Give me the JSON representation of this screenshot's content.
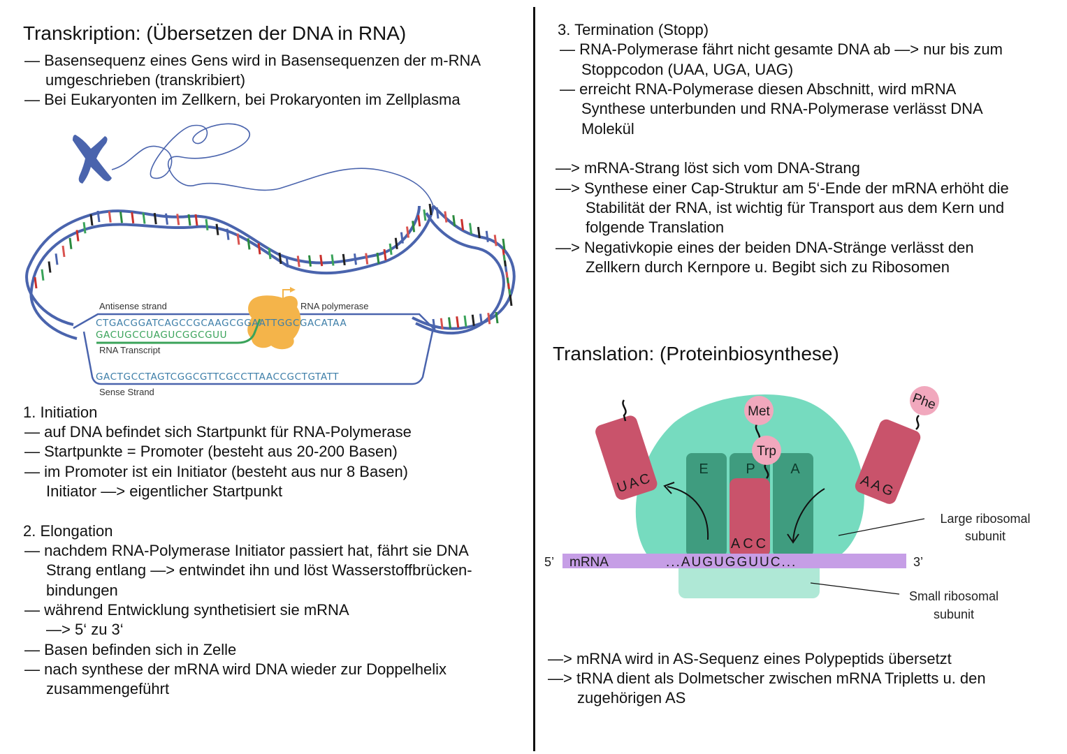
{
  "left": {
    "title": "Transkription: (Übersetzen der DNA in RNA)",
    "intro": [
      "— Basensequenz eines Gens wird in Basensequenzen der m-RNA",
      "umgeschrieben (transkribiert)",
      "— Bei Eukaryonten im Zellkern, bei Prokaryonten im Zellplasma"
    ],
    "diagram": {
      "antisense_label": "Antisense strand",
      "polymerase_label": "RNA polymerase",
      "transcript_label": "RNA Transcript",
      "sense_label": "Sense Strand",
      "antisense_seq": "CTGACGGATCAGCCGCAAGCGGAATTGGCGACATAA",
      "transcript_seq": "GACUGCCUAGUCGGCGUU",
      "sense_seq": "GACTGCCTAGTCGGCGTTCGCCTTAACCGCTGTATT"
    },
    "initiation": [
      "1. Initiation",
      "— auf DNA befindet sich Startpunkt für RNA-Polymerase",
      "— Startpunkte = Promoter (besteht aus 20-200 Basen)",
      "— im Promoter ist ein Initiator (besteht aus nur 8 Basen)",
      "Initiator —> eigentlicher Startpunkt"
    ],
    "elongation": [
      "2. Elongation",
      "— nachdem RNA-Polymerase Initiator passiert hat, fährt sie DNA",
      "Strang entlang —> entwindet ihn und löst Wasserstoffbrücken-",
      "bindungen",
      "— während Entwicklung synthetisiert sie mRNA",
      "—> 5‘ zu 3‘",
      "— Basen befinden sich in Zelle",
      "— nach synthese der mRNA wird DNA wieder zur Doppelhelix",
      "zusammengeführt"
    ]
  },
  "right": {
    "termination": [
      "3. Termination (Stopp)",
      "— RNA-Polymerase fährt nicht gesamte DNA ab —> nur bis zum",
      "Stoppcodon (UAA, UGA, UAG)",
      "— erreicht RNA-Polymerase diesen Abschnitt, wird mRNA",
      "Synthese unterbunden und RNA-Polymerase verlässt DNA",
      "Molekül"
    ],
    "results": [
      "—> mRNA-Strang löst sich vom DNA-Strang",
      "—> Synthese einer Cap-Struktur am 5‘-Ende der mRNA erhöht die",
      "Stabilität der RNA, ist wichtig für Transport aus dem Kern und",
      "folgende Translation",
      "—> Negativkopie eines der beiden DNA-Stränge verlässt den",
      "Zellkern durch Kernpore u. Begibt sich zu Ribosomen"
    ],
    "translation_title": "Translation: (Proteinbiosynthese)",
    "ribosome": {
      "met": "Met",
      "trp": "Trp",
      "phe": "Phe",
      "site_e": "E",
      "site_p": "P",
      "site_a": "A",
      "trna_left": "UAC",
      "trna_mid": "ACC",
      "trna_right": "AAG",
      "mrna_label": "mRNA",
      "mrna_seq": "...AUGUGGUUC...",
      "five_prime": "5’",
      "three_prime": "3’",
      "large_1": "Large ribosomal",
      "large_2": "subunit",
      "small_1": "Small ribosomal",
      "small_2": "subunit",
      "colors": {
        "large": "#76dbbf",
        "small": "#afe8d6",
        "site": "#3f9c7f",
        "trna": "#c9536b",
        "amino": "#f1a8bd",
        "mrna": "#c69ee6"
      }
    },
    "bottom": [
      "—> mRNA wird in AS-Sequenz eines Polypeptids übersetzt",
      "—> tRNA dient als Dolmetscher zwischen mRNA Tripletts u. den",
      "zugehörigen AS"
    ]
  }
}
